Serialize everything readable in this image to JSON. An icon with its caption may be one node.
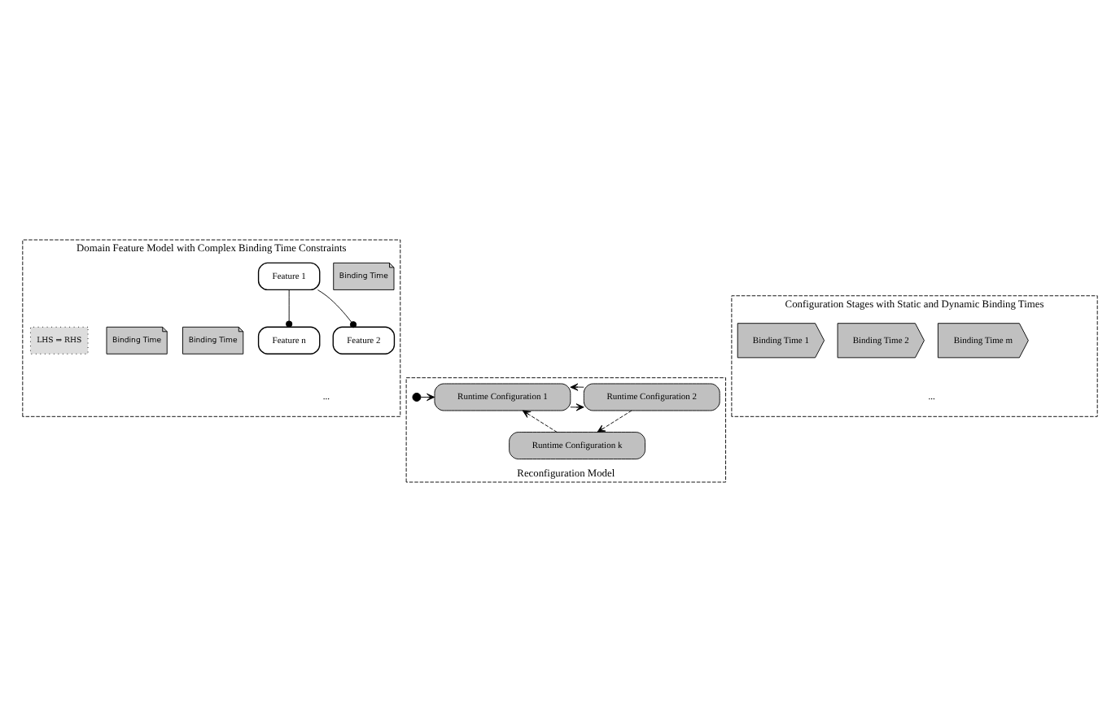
{
  "diagram": {
    "nodes": [
      {
        "text": [
          "Domain Feature Model with Complex Binding Time Constraints"
        ]
      },
      {
        "text": [
          "Feature 1"
        ],
        "in": 0
      },
      {
        "text": [
          "Binding Time"
        ],
        "in": 0
      },
      {
        "text": [
          "Feature 2"
        ],
        "in": 0
      },
      {
        "text": [
          "Binding Time"
        ],
        "in": 0
      },
      {
        "text": [
          "Feature n"
        ],
        "in": 0
      },
      {
        "text": [
          "Binding Time"
        ],
        "in": 0
      },
      {
        "text": [
          "LHS ⇒ RHS"
        ],
        "in": 0
      },
      {
        "text": [
          "Configuration Stages with Static and Dynamic Binding Times"
        ]
      },
      {
        "text": [
          "Binding Time 1"
        ],
        "in": 8
      },
      {
        "text": [
          "Binding Time 2"
        ],
        "in": 8
      },
      {
        "text": [
          "Binding Time m"
        ],
        "in": 8
      },
      {
        "text": [
          "Reconfiguration Model"
        ]
      },
      {
        "text": [],
        "shape": "circle",
        "in": 12
      },
      {
        "text": [
          "Runtime Configuration 1"
        ],
        "in": 12
      },
      {
        "text": [
          "Runtime Configuration 2"
        ],
        "in": 12
      },
      {
        "text": [
          "Runtime Configuration k"
        ],
        "in": 12
      }
    ],
    "edges": [
      {
        "from": 1,
        "to": 3,
        "arrow": "other"
      },
      {
        "from": 1,
        "to": 5,
        "arrow": "other"
      },
      {
        "from": 13,
        "to": 14,
        "arrow": "to"
      },
      {
        "from": 14,
        "to": 15,
        "arrow": "to"
      },
      {
        "from": 15,
        "to": 14,
        "arrow": "to"
      },
      {
        "from": 15,
        "to": 16,
        "arrow": "to",
        "style": "dashed"
      },
      {
        "from": 16,
        "to": 14,
        "arrow": "to",
        "style": "dashed"
      }
    ],
    "labels": [
      "...",
      "..."
    ]
  }
}
